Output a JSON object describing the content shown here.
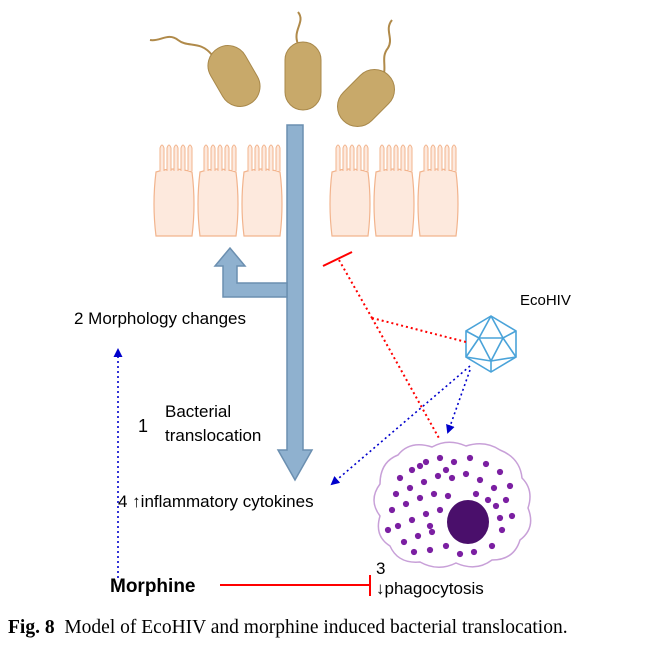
{
  "labels": {
    "step1_number": "1",
    "step1_line1": "Bacterial",
    "step1_line2": "translocation",
    "step2": "2 Morphology changes",
    "step3_number": "3",
    "step3_text": "↓phagocytosis",
    "step4": "4 ↑inflammatory cytokines",
    "virus": "EcoHIV",
    "drug": "Morphine"
  },
  "caption": {
    "prefix": "Fig. 8",
    "text": "Model of EcoHIV and morphine induced bacterial translocation."
  },
  "colors": {
    "bacteria": "#c8a96a",
    "epithelium_fill": "#fde9dd",
    "epithelium_stroke": "#f2b48d",
    "translocation_arrow": "#8fb1cf",
    "inhibition": "#ff0000",
    "activation": "#0000cc",
    "virus": "#4aa3d9",
    "macrophage_granules": "#7b1fa2",
    "macrophage_nucleus": "#4a0f6b"
  }
}
